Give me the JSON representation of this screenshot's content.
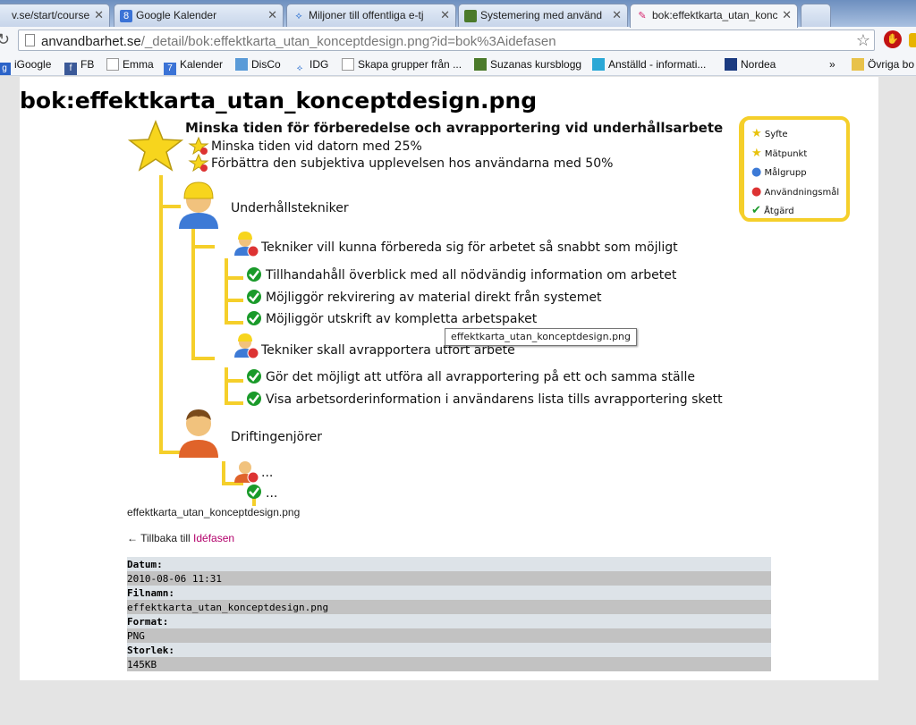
{
  "tabs": [
    {
      "label": "v.se/start/course_in",
      "active": false
    },
    {
      "label": "Google Kalender",
      "active": false
    },
    {
      "label": "Miljoner till offentliga e-tj",
      "active": false
    },
    {
      "label": "Systemering med använd",
      "active": false
    },
    {
      "label": "bok:effektkarta_utan_konc",
      "active": true
    }
  ],
  "address": {
    "host": "anvandbarhet.se",
    "path": "/_detail/bok:effektkarta_utan_konceptdesign.png?id=bok%3Aidefasen"
  },
  "bookmarks": [
    "iGoogle",
    "FB",
    "Emma",
    "Kalender",
    "DisCo",
    "IDG",
    "Skapa grupper från ...",
    "Suzanas kursblogg",
    "Anställd - informati...",
    "Nordea",
    "»",
    "Övriga bo"
  ],
  "page": {
    "title": "bok:effektkarta_utan_konceptdesign.png",
    "caption": "effektkarta_utan_konceptdesign.png",
    "back_prefix": "← Tillbaka till ",
    "back_link": "Idéfasen",
    "tooltip": "effektkarta_utan_konceptdesign.png"
  },
  "effect_map": {
    "goal": "Minska tiden för förberedelse och avrapportering vid underhållsarbete",
    "measures": [
      "Minska tiden vid datorn med 25%",
      "Förbättra den subjektiva upplevelsen hos användarna med 50%"
    ],
    "group1": {
      "name": "Underhållstekniker",
      "usage_goals": [
        {
          "text": "Tekniker vill kunna förbereda sig för arbetet så snabbt som möjligt",
          "actions": [
            "Tillhandahåll överblick med all nödvändig information om arbetet",
            "Möjliggör rekvirering av material direkt från systemet",
            "Möjliggör utskrift av kompletta arbetspaket"
          ]
        },
        {
          "text": "Tekniker skall avrapportera utfört arbete",
          "actions": [
            "Gör det möjligt att utföra all avrapportering på ett och samma ställe",
            "Visa arbetsorderinformation i användarens lista tills avrapportering skett"
          ]
        }
      ]
    },
    "group2": {
      "name": "Driftingenjörer",
      "usage_goal": "...",
      "action": "..."
    },
    "legend": [
      "Syfte",
      "Mätpunkt",
      "Målgrupp",
      "Användningsmål",
      "Åtgärd"
    ],
    "colors": {
      "line": "#f5cf2a",
      "check": "#1a9a2a",
      "legend_border": "#f5cf2a"
    }
  },
  "meta": [
    {
      "key": "Datum:",
      "value": "2010-08-06 11:31"
    },
    {
      "key": "Filnamn:",
      "value": "effektkarta_utan_konceptdesign.png"
    },
    {
      "key": "Format:",
      "value": "PNG"
    },
    {
      "key": "Storlek:",
      "value": "145KB"
    }
  ]
}
